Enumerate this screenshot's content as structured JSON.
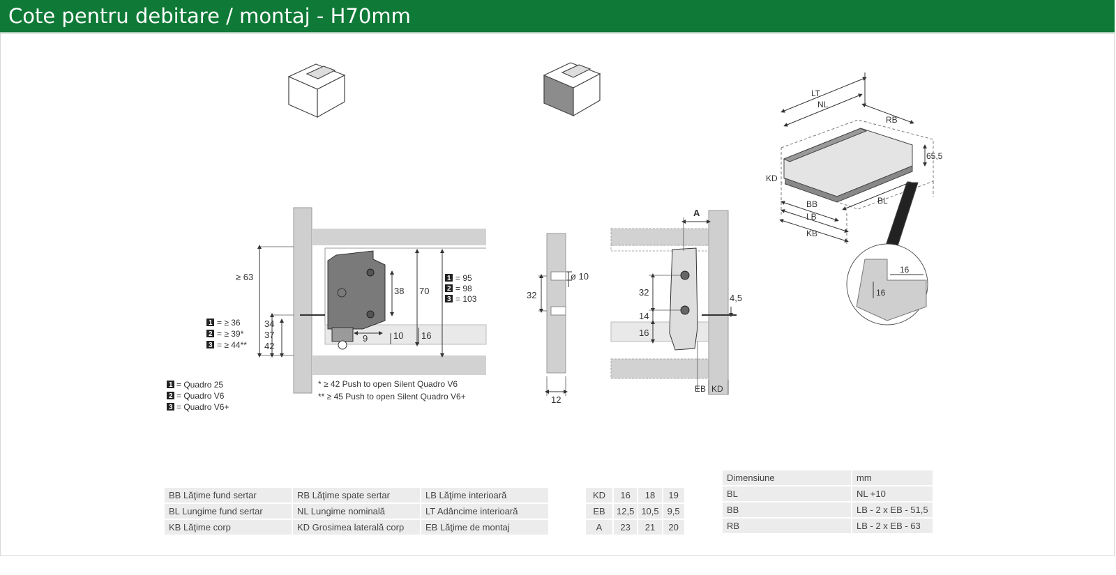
{
  "header": {
    "title": "Cote pentru debitare / montaj - H70mm"
  },
  "front_view": {
    "dim_min_height": "≥ 63",
    "badge_vals": [
      {
        "num": "1",
        "text": "= ≥ 36"
      },
      {
        "num": "2",
        "text": "= ≥ 39*"
      },
      {
        "num": "3",
        "text": "= ≥ 44**"
      }
    ],
    "dims": {
      "d34": "34",
      "d37": "37",
      "d42": "42",
      "d38": "38",
      "d70": "70",
      "d9": "9",
      "d10": "10",
      "d16": "16"
    },
    "badge_heights": [
      {
        "num": "1",
        "text": "= 95"
      },
      {
        "num": "2",
        "text": "= 98"
      },
      {
        "num": "3",
        "text": "= 103"
      }
    ],
    "notes": [
      "*  ≥ 42 Push to open Silent Quadro V6",
      "** ≥ 45 Push to open Silent Quadro V6+"
    ],
    "product_legend": [
      {
        "num": "1",
        "text": "= Quadro 25"
      },
      {
        "num": "2",
        "text": "= Quadro V6"
      },
      {
        "num": "3",
        "text": "= Quadro V6+"
      }
    ]
  },
  "side_panel": {
    "hole_dia": "ø 10",
    "d32": "32",
    "d12": "12"
  },
  "side_view": {
    "A": "A",
    "d32": "32",
    "d14": "14",
    "d16": "16",
    "d45": "4,5",
    "EB": "EB",
    "KD": "KD"
  },
  "iso": {
    "LT": "LT",
    "NL": "NL",
    "RB": "RB",
    "h655": "65,5",
    "KD": "KD",
    "BB": "BB",
    "LB": "LB",
    "KB": "KB",
    "BL": "BL",
    "detail_a": "16",
    "detail_b": "16"
  },
  "legend_table": [
    [
      "BB Lăţime fund sertar",
      "RB Lăţime spate sertar",
      "LB Lăţime interioară"
    ],
    [
      "BL Lungime fund sertar",
      "NL Lungime nominală",
      "LT Adâncime interioară"
    ],
    [
      "KB Lăţime corp",
      "KD Grosimea laterală corp",
      "EB Lăţime de montaj"
    ]
  ],
  "dims_table": [
    [
      "KD",
      "16",
      "18",
      "19"
    ],
    [
      "EB",
      "12,5",
      "10,5",
      "9,5"
    ],
    [
      "A",
      "23",
      "21",
      "20"
    ]
  ],
  "formula_table": {
    "header": [
      "Dimensiune",
      "mm"
    ],
    "rows": [
      [
        "BL",
        "NL +10"
      ],
      [
        "BB",
        "LB - 2 x EB - 51,5"
      ],
      [
        "RB",
        "LB - 2 x EB - 63"
      ]
    ]
  }
}
